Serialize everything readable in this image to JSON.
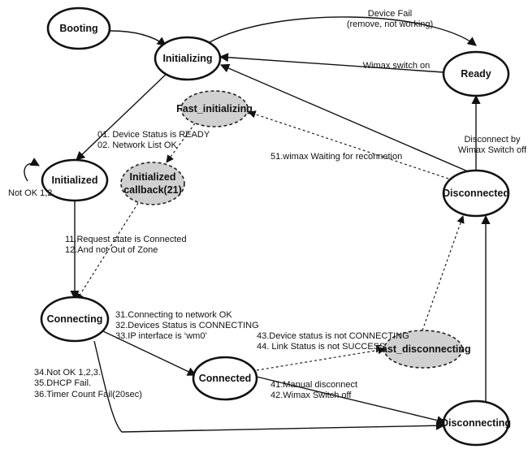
{
  "states": {
    "booting": "Booting",
    "initializing": "Initializing",
    "ready": "Ready",
    "initialized": "Initialized",
    "fast_initializing": "Fast_initializing",
    "initialized_callback_1": "Initialized",
    "initialized_callback_2": "callback(21)",
    "disconnected": "Disconnected",
    "connecting": "Connecting",
    "connected": "Connected",
    "fast_disconnecting": "Fast_disconnecting",
    "disconnecting": "Disconnecting"
  },
  "transitions": {
    "device_fail_1": "Device Fail",
    "device_fail_2": "(remove, not working)",
    "wimax_switch_on": "Wimax switch on",
    "init_ok_1": "01. Device Status is READY",
    "init_ok_2": "02. Network List OK",
    "not_ok": "Not OK 1,2",
    "waiting_reconnect": "51.wimax Waiting for reconnetion",
    "disconnect_switch_1": "Disconnect by",
    "disconnect_switch_2": "Wimax Switch off",
    "request_connected_1": "11.Request state is Connected",
    "request_connected_2": "12.And not Out of Zone",
    "connecting_ok_1": "31.Connecting to network OK",
    "connecting_ok_2": "32.Devices Status is CONNECTING",
    "connecting_ok_3": "33.IP interface is ‘wm0’",
    "connect_fail_1": "34.Not OK 1,2,3.",
    "connect_fail_2": "35.DHCP Fail.",
    "connect_fail_3": "36.Timer Count Fail(20sec)",
    "link_lost_1": "43.Device status is not CONNECTING",
    "link_lost_2": "44. Link Status is not SUCCESS",
    "manual_disconnect_1": "41.Manual disconnect",
    "manual_disconnect_2": "42.Wimax Switch off"
  }
}
